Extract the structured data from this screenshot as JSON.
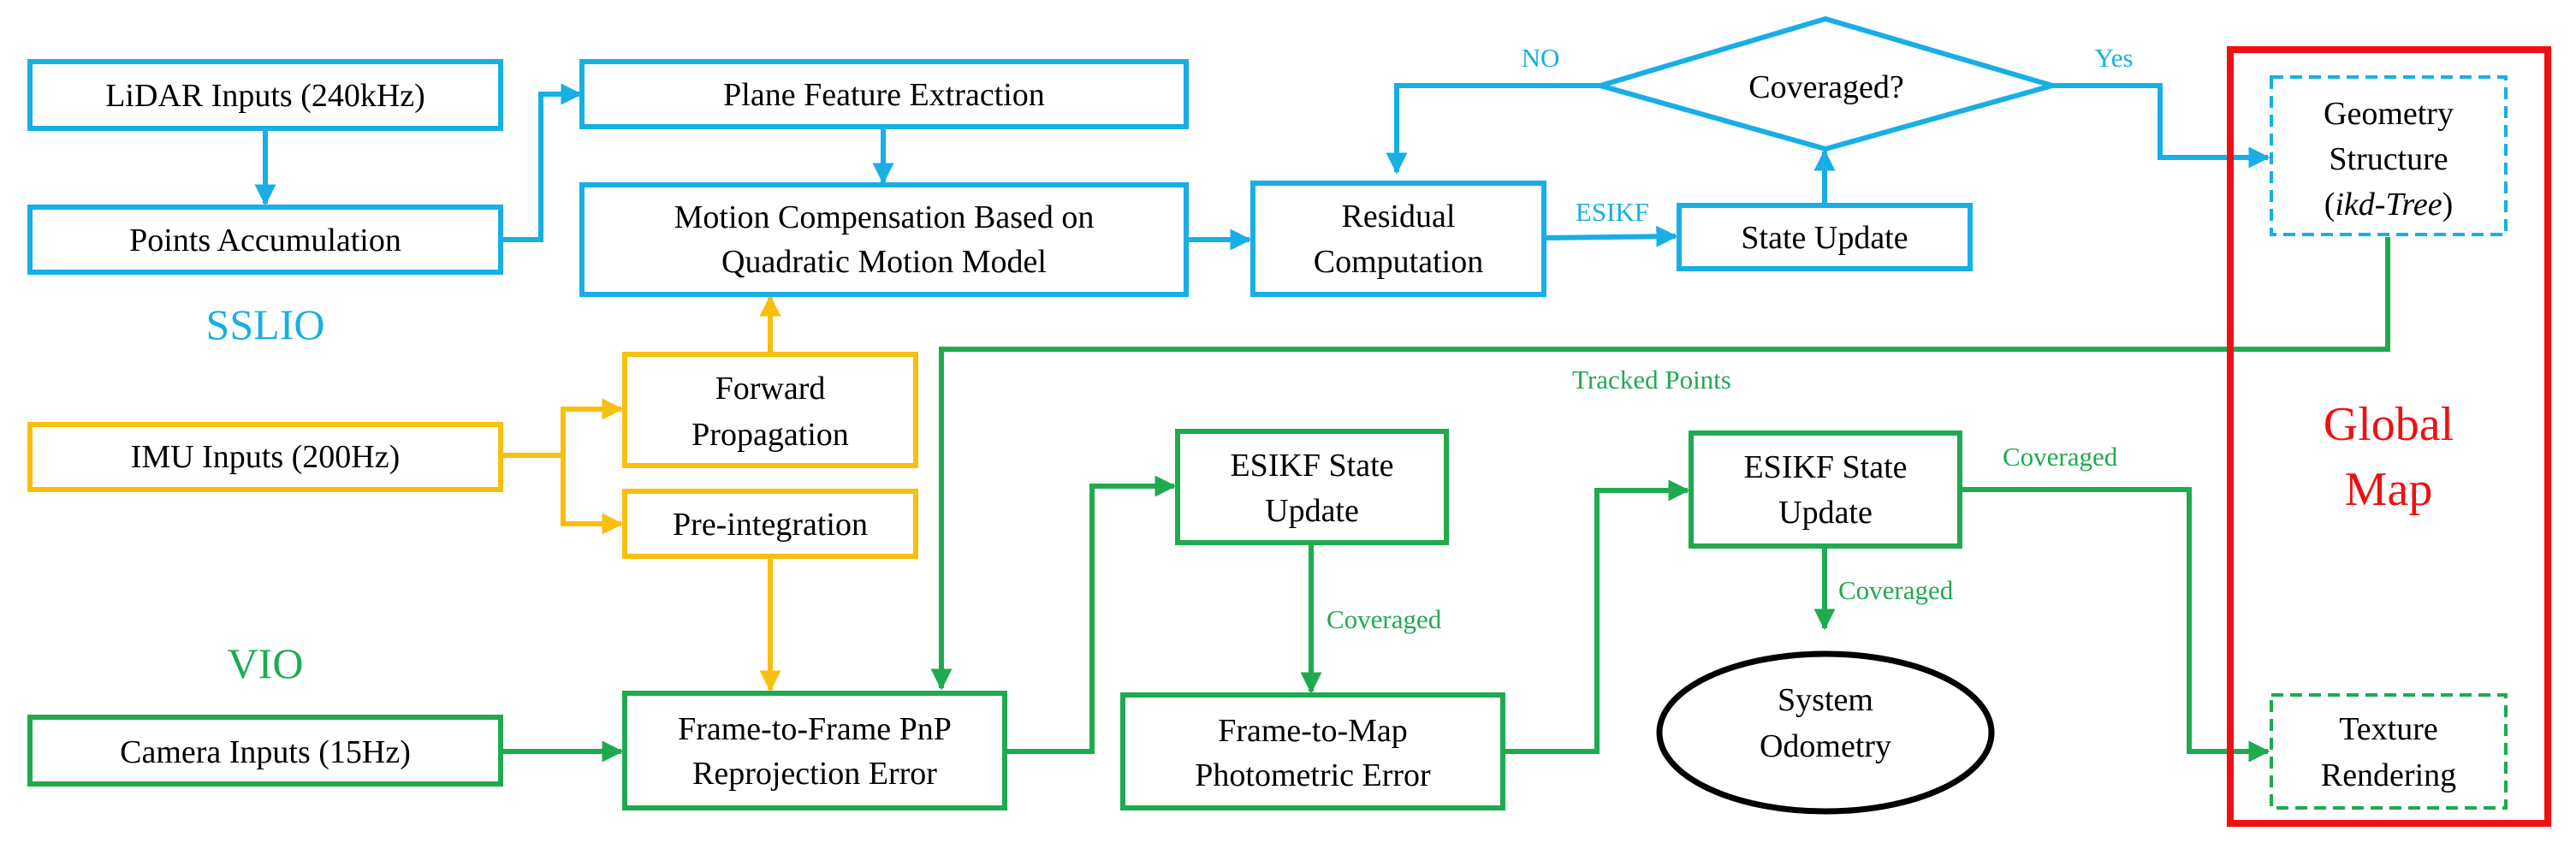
{
  "colors": {
    "lidar": "#18AEE6",
    "imu": "#F8BF0E",
    "vio": "#1FAA50",
    "global": "#EE1111",
    "odometry": "#000000"
  },
  "sections": {
    "sslio": "SSLIO",
    "vio": "VIO"
  },
  "global_map": {
    "line1": "Global",
    "line2": "Map"
  },
  "nodes": {
    "lidar_inputs": "LiDAR Inputs (240kHz)",
    "points_accumulation": "Points Accumulation",
    "plane_feature_extraction": "Plane Feature Extraction",
    "motion_compensation": [
      "Motion Compensation Based on",
      "Quadratic Motion Model"
    ],
    "residual_computation": [
      "Residual",
      "Computation"
    ],
    "state_update": "State Update",
    "coveraged_decision": "Coveraged?",
    "geometry_structure": [
      "Geometry",
      "Structure",
      "ikd-Tree"
    ],
    "imu_inputs": "IMU Inputs (200Hz)",
    "forward_propagation": [
      "Forward",
      "Propagation"
    ],
    "pre_integration": "Pre-integration",
    "camera_inputs": "Camera Inputs (15Hz)",
    "frame_to_frame": [
      "Frame-to-Frame PnP",
      "Reprojection Error"
    ],
    "esikf_update_1": [
      "ESIKF State",
      "Update"
    ],
    "frame_to_map": [
      "Frame-to-Map",
      "Photometric Error"
    ],
    "esikf_update_2": [
      "ESIKF State",
      "Update"
    ],
    "system_odometry": [
      "System",
      "Odometry"
    ],
    "texture_rendering": [
      "Texture",
      "Rendering"
    ]
  },
  "edge_labels": {
    "no": "NO",
    "yes": "Yes",
    "esikf": "ESIKF",
    "tracked_points": "Tracked Points",
    "coveraged_1": "Coveraged",
    "coveraged_2": "Coveraged",
    "coveraged_3": "Coveraged"
  }
}
